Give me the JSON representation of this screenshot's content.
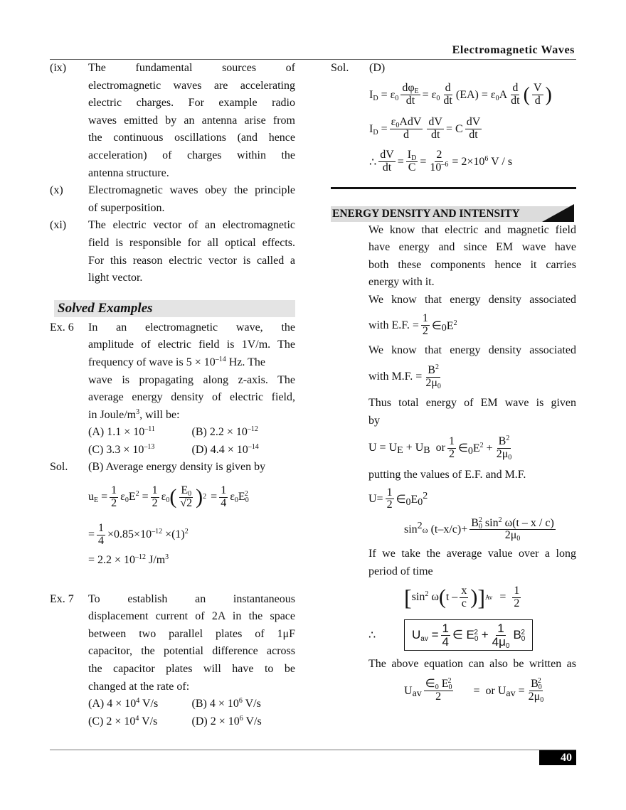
{
  "header": {
    "title": "Electromagnetic Waves"
  },
  "left": {
    "points": [
      {
        "num": "(ix)",
        "lines": [
          "The fundamental sources of",
          "electromagnetic waves are accelerating",
          "electric charges. For example radio",
          "waves emitted by an antenna arise from",
          "the continuous oscillations (and hence",
          "acceleration) of charges within the",
          "antenna structure."
        ]
      },
      {
        "num": "(x)",
        "lines": [
          "Electromagnetic waves obey the principle",
          "of superposition."
        ]
      },
      {
        "num": "(xi)",
        "lines": [
          "The electric vector of an electromagnetic",
          "field is responsible for all optical effects.",
          "For this reason electric vector is called a",
          "light vector."
        ]
      }
    ],
    "solved_title": "Solved Examples",
    "ex6": {
      "label": "Ex. 6",
      "lines": [
        "In an electromagnetic wave, the",
        "amplitude of electric field is 1V/m. The",
        "frequency of wave is 5 × 10",
        "wave is propagating along z-axis. The",
        "average energy density of electric field,",
        "in Joule/m"
      ],
      "freq_exp": "–14",
      "freq_tail": " Hz. The",
      "unit_exp": "3",
      "unit_tail": ", will be:",
      "options": [
        {
          "base": "(A) 1.1 × 10",
          "exp": "–11"
        },
        {
          "base": "(B) 2.2 × 10",
          "exp": "–12"
        },
        {
          "base": "(C) 3.3 × 10",
          "exp": "–13"
        },
        {
          "base": "(D) 4.4 × 10",
          "exp": "–14"
        }
      ],
      "sol_label": "Sol.",
      "sol_text": "(B) Average energy density is given by",
      "eq1": "uE = ½ ε₀E² = ½ ε₀ (E₀/√2)² = ¼ ε₀E₀²",
      "eq2": "= ¼ × 0.85 × 10⁻¹² × (1)²",
      "eq3_base": "= 2.2 × 10",
      "eq3_exp": "–12",
      "eq3_unit": " J/m",
      "eq3_unit_exp": "3"
    },
    "ex7": {
      "label": "Ex. 7",
      "lines": [
        "To establish an instantaneous",
        "displacement current of 2A in the space",
        "between two parallel plates of 1μF",
        "capacitor, the potential difference across",
        "the capacitor plates will have to be",
        "changed at the rate of:"
      ],
      "options": [
        {
          "base": "(A) 4 × 10",
          "exp": "4",
          "unit": " V/s"
        },
        {
          "base": "(B) 4 × 10",
          "exp": "6",
          "unit": " V/s"
        },
        {
          "base": "(C) 2 × 10",
          "exp": "4",
          "unit": " V/s"
        },
        {
          "base": "(D) 2 × 10",
          "exp": "6",
          "unit": " V/s"
        }
      ]
    }
  },
  "right": {
    "sol_label": "Sol.",
    "sol_answer": "(D)",
    "eq1": "ID = ε₀ dφE/dt = ε₀ d/dt (EA) = ε₀A d/dt (V/d)",
    "eq2": "ID = ε₀AdV/d · dV/dt = C dV/dt",
    "eq3": "∴ dV/dt = ID/C = 2/10⁻⁶ = 2×10⁶ V/s",
    "section_title": "ENERGY DENSITY AND INTENSITY",
    "para1": [
      "We know that electric and magnetic field",
      "have energy and since EM wave have",
      "both these components hence it carries",
      "energy with it."
    ],
    "para2": "We know that energy density associated",
    "ef_label": "with E.F. =",
    "para3": "We know that energy density associated",
    "mf_label": "with M.F. =",
    "para4": [
      "Thus total energy of EM wave is given",
      "by"
    ],
    "total_eq_lhs": "U = UE + UB",
    "total_eq_or": "or",
    "para5": "putting the values of E.F. and M.F.",
    "u_eq": "U = ½ ∈₀E₀² sin²ω(t–x/c) + B₀² sin²ω(t – x/c) / 2μ₀",
    "para6": [
      "If we take the average value over a long",
      "period of time"
    ],
    "avg_eq": "[sin²ω(t – x/c)]Av = ½",
    "therefore": "∴",
    "boxed_eq": "Uav = ¼ ∈E₀² + 1/(4μ₀) B₀²",
    "para7": "The above equation can also be written as",
    "final_eq": "Uav = ∈₀E₀²/2 or Uav = B₀²/2μ₀"
  },
  "footer": {
    "page_number": "40"
  }
}
